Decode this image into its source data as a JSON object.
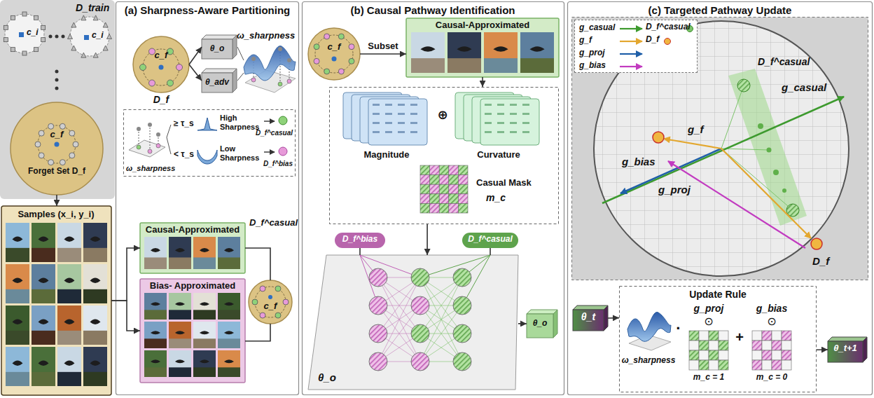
{
  "diagram": {
    "nodes": [
      {
        "text": [
          "D_train"
        ]
      },
      {
        "text": [
          "c_f",
          "Forget Set D_f"
        ],
        "in": 0
      },
      {
        "text": [
          "Samples (x_i, y_i)"
        ]
      },
      {
        "text": [
          "(a) Sharpness-Aware Partitioning"
        ]
      },
      {
        "text": [
          "c_f",
          "D_f"
        ],
        "in": 3
      },
      {
        "text": [
          "θ_o"
        ],
        "in": 3
      },
      {
        "text": [
          "θ_adv"
        ],
        "in": 3
      },
      {
        "text": [
          "ω_sharpness",
          "≥ τ_s",
          "High Sharpness",
          "D_f^casual",
          "< τ_s",
          "Low Sharpness",
          "D_f^bias"
        ],
        "in": 3
      },
      {
        "text": [
          "Causal-Approximated",
          "D_f^casual"
        ],
        "in": 3
      },
      {
        "text": [
          "Bias- Approximated"
        ],
        "in": 3
      },
      {
        "text": [
          "c_f"
        ],
        "in": 3
      },
      {
        "text": [
          "(b) Causal Pathway Identification"
        ]
      },
      {
        "text": [
          "c_f"
        ],
        "in": 11
      },
      {
        "text": [
          "Causal-Approximated"
        ],
        "in": 11
      },
      {
        "text": [
          "⊕",
          "Magnitude",
          "Curvature",
          "Casual Mask",
          "m_c"
        ],
        "in": 11
      },
      {
        "text": [
          "D_f^bias"
        ],
        "in": 11
      },
      {
        "text": [
          "D_f^casual"
        ],
        "in": 11
      },
      {
        "text": [
          "θ_o"
        ],
        "in": 11
      },
      {
        "text": [
          "θ_o"
        ],
        "in": 11
      },
      {
        "text": [
          "(c) Targeted Pathway Update"
        ]
      },
      {
        "text": [
          "D_f^casual",
          "g_casual",
          "g_f",
          "g_bias",
          "g_proj",
          "D_f"
        ],
        "in": 19
      },
      {
        "text": [
          "Update Rule",
          "ω_sharpness",
          "·",
          "g_proj",
          "⊙",
          "m_c = 1",
          "+",
          "g_bias",
          "⊙",
          "m_c = 0"
        ],
        "in": 19
      },
      {
        "text": [
          "θ_t"
        ],
        "in": 19
      },
      {
        "text": [
          "θ_t+1"
        ],
        "in": 19
      }
    ],
    "edges": [
      {
        "from": 1,
        "to": 2,
        "arrow": "to"
      },
      {
        "from": 2,
        "to": 8,
        "arrow": "to"
      },
      {
        "from": 2,
        "to": 9,
        "arrow": "to"
      },
      {
        "from": 4,
        "to": 5,
        "arrow": "to"
      },
      {
        "from": 4,
        "to": 6,
        "arrow": "to"
      },
      {
        "from": 8,
        "to": 10,
        "arrow": "none"
      },
      {
        "from": 9,
        "to": 10,
        "arrow": "none"
      },
      {
        "from": 12,
        "to": 13,
        "label": "Subset",
        "arrow": "to"
      },
      {
        "from": 13,
        "to": 14,
        "arrow": "to"
      },
      {
        "from": 14,
        "to": 17,
        "arrow": "to"
      },
      {
        "from": 15,
        "to": 17,
        "arrow": "none"
      },
      {
        "from": 16,
        "to": 17,
        "arrow": "none"
      },
      {
        "from": 17,
        "to": 18,
        "arrow": "to"
      },
      {
        "from": 22,
        "to": 21,
        "arrow": "to"
      },
      {
        "from": 21,
        "to": 23,
        "arrow": "to"
      }
    ],
    "labels": [
      "c_i",
      "c_i",
      "ω_sharpness",
      "D_f^casual",
      "D_f"
    ],
    "legend": [
      {
        "text": "g_casual"
      },
      {
        "text": "g_f"
      },
      {
        "text": "g_proj"
      },
      {
        "text": "g_bias"
      }
    ]
  }
}
